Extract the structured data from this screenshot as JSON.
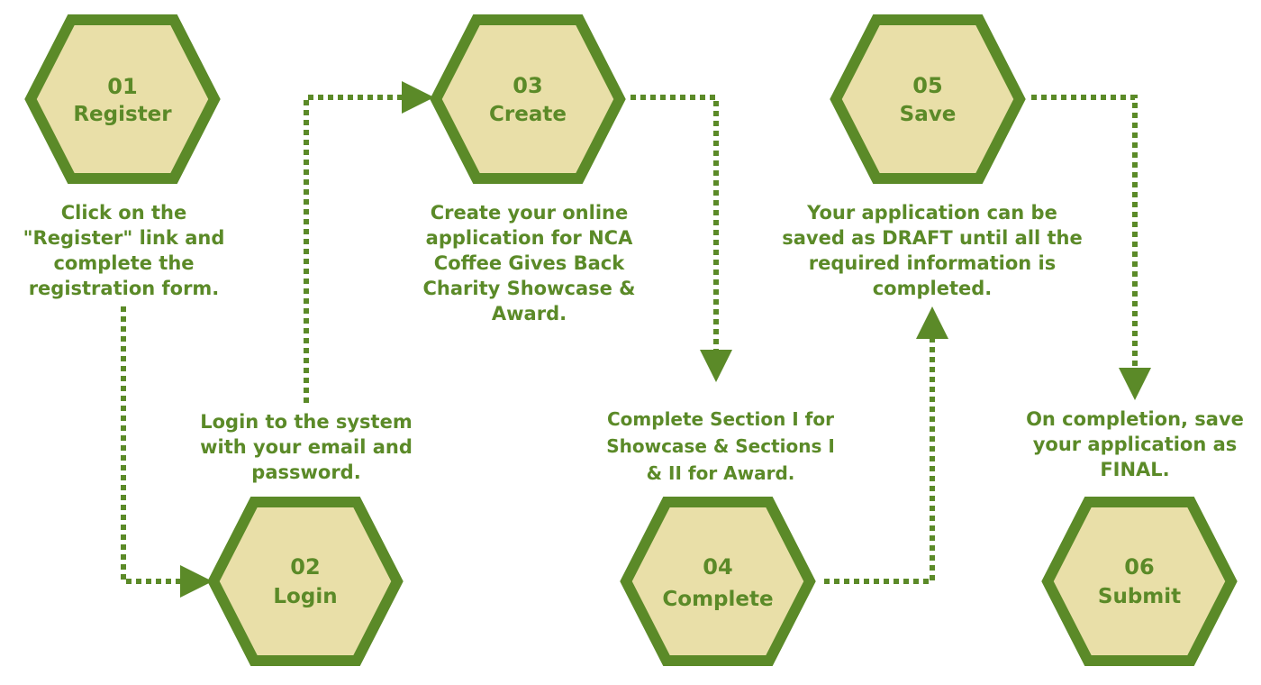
{
  "colors": {
    "hex_fill": "#e9dfa8",
    "hex_border": "#5b8a28",
    "text": "#5b8a28",
    "arrow": "#5b8a28"
  },
  "steps": [
    {
      "number": "01",
      "title": "Register",
      "description": [
        "Click on the",
        "\"Register\" link and",
        "complete the",
        "registration form."
      ]
    },
    {
      "number": "02",
      "title": "Login",
      "description": [
        "Login to the system",
        "with your email and",
        "password."
      ]
    },
    {
      "number": "03",
      "title": "Create",
      "description": [
        "Create your online",
        "application for NCA",
        "Coffee Gives Back",
        "Charity Showcase &",
        "Award."
      ]
    },
    {
      "number": "04",
      "title": "Complete",
      "description": [
        "Complete Section I for",
        "Showcase & Sections I",
        "& II for Award."
      ]
    },
    {
      "number": "05",
      "title": "Save",
      "description": [
        "Your application can be",
        "saved as DRAFT until all the",
        "required information is",
        "completed."
      ]
    },
    {
      "number": "06",
      "title": "Submit",
      "description": [
        "On completion, save",
        "your application as",
        "FINAL."
      ]
    }
  ]
}
